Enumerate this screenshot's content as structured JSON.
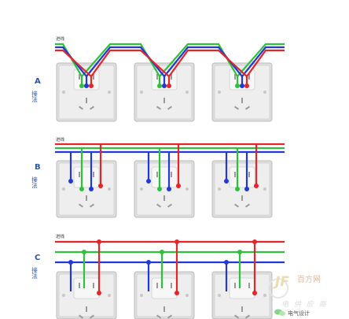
{
  "colors": {
    "live": "#e5252a",
    "neutral": "#2338d6",
    "earth": "#2ec23a",
    "plate_face": "#dedede",
    "plate_edge": "#bcbcbc",
    "label": "#2a55b0"
  },
  "sections": [
    {
      "id": "A",
      "letter": "A",
      "method": "接法",
      "bus_label": "进线",
      "topology": "daisy-chain",
      "sockets": 3
    },
    {
      "id": "B",
      "letter": "B",
      "method": "接法",
      "bus_label": "进线",
      "topology": "straight-bus",
      "sockets": 3
    },
    {
      "id": "C",
      "letter": "C",
      "method": "接法",
      "bus_label": "进线",
      "topology": "tapped-bus",
      "sockets": 3
    }
  ],
  "watermark": {
    "logo": "JF",
    "site_name": "百方网",
    "slogan": "电 供 应 商",
    "chat_label": "电气设计"
  }
}
